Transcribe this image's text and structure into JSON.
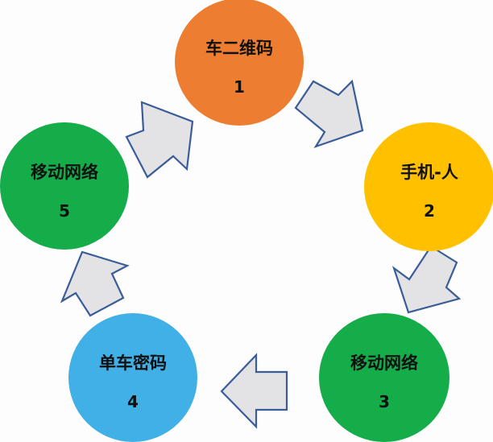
{
  "diagram": {
    "type": "cycle",
    "nodes": [
      {
        "id": 1,
        "title": "车二维码",
        "number": "1",
        "color": "#ed7d31"
      },
      {
        "id": 2,
        "title": "手机-人",
        "number": "2",
        "color": "#ffc000"
      },
      {
        "id": 3,
        "title": "移动网络",
        "number": "3",
        "color": "#14ad4a"
      },
      {
        "id": 4,
        "title": "单车密码",
        "number": "4",
        "color": "#41b0e6"
      },
      {
        "id": 5,
        "title": "移动网络",
        "number": "5",
        "color": "#14ad4a"
      }
    ],
    "edges": [
      {
        "from": 1,
        "to": 2
      },
      {
        "from": 2,
        "to": 3
      },
      {
        "from": 3,
        "to": 4
      },
      {
        "from": 4,
        "to": 5
      },
      {
        "from": 5,
        "to": 1
      }
    ],
    "arrow_style": {
      "fill": "#e3e3e6",
      "stroke": "#3a5d9a"
    }
  }
}
